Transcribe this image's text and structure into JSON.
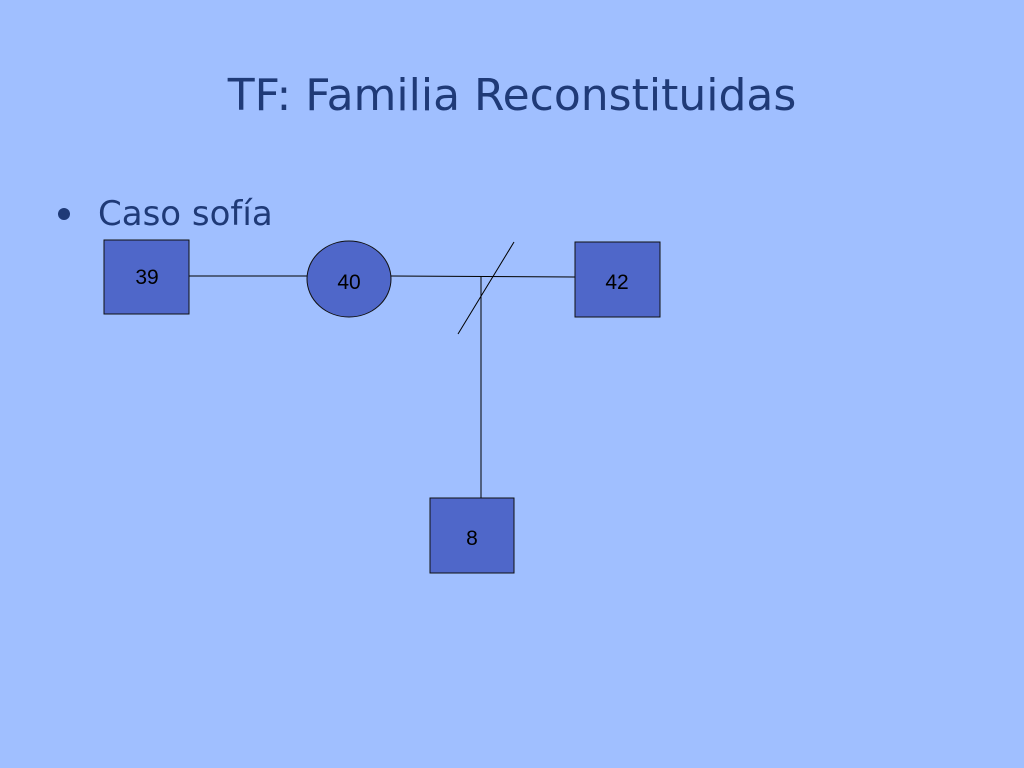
{
  "slide": {
    "title": "TF: Familia Reconstituidas",
    "bullet": "Caso sofía"
  },
  "genogram": {
    "nodes": [
      {
        "id": "male-39",
        "shape": "square",
        "label": "39"
      },
      {
        "id": "female-40",
        "shape": "circle",
        "label": "40"
      },
      {
        "id": "male-42",
        "shape": "square",
        "label": "42"
      },
      {
        "id": "child-8",
        "shape": "square",
        "label": "8"
      }
    ],
    "colors": {
      "background": "#a0bfff",
      "node_fill": "#4f67c9",
      "title_text": "#1f3a77",
      "lines": "#000000"
    }
  }
}
